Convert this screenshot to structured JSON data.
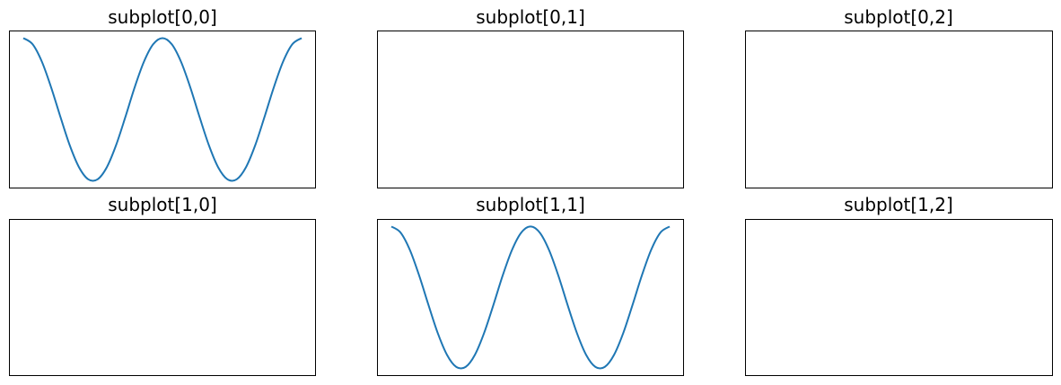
{
  "chart_data": [
    {
      "type": "line",
      "title": "subplot[0,0]",
      "xlim": [
        -0.314,
        6.597
      ],
      "ylim": [
        -1.1,
        1.1
      ],
      "xticks": [],
      "yticks": [],
      "series": [
        {
          "color": "#1f77b4",
          "x": [
            0.0,
            0.209,
            0.419,
            0.628,
            0.838,
            1.047,
            1.257,
            1.466,
            1.676,
            1.885,
            2.094,
            2.304,
            2.513,
            2.723,
            2.932,
            3.142,
            3.351,
            3.56,
            3.77,
            3.979,
            4.189,
            4.398,
            4.608,
            4.817,
            5.027,
            5.236,
            5.445,
            5.655,
            5.864,
            6.074,
            6.283
          ],
          "y": [
            1.0,
            0.914,
            0.669,
            0.309,
            -0.105,
            -0.5,
            -0.809,
            -0.978,
            -0.978,
            -0.809,
            -0.5,
            -0.105,
            0.309,
            0.669,
            0.914,
            1.0,
            0.914,
            0.669,
            0.309,
            -0.105,
            -0.5,
            -0.809,
            -0.978,
            -0.978,
            -0.809,
            -0.5,
            -0.105,
            0.309,
            0.669,
            0.914,
            1.0
          ]
        }
      ]
    },
    {
      "type": "line",
      "title": "subplot[0,1]",
      "xticks": [],
      "yticks": [],
      "series": []
    },
    {
      "type": "line",
      "title": "subplot[0,2]",
      "xticks": [],
      "yticks": [],
      "series": []
    },
    {
      "type": "line",
      "title": "subplot[1,0]",
      "xticks": [],
      "yticks": [],
      "series": []
    },
    {
      "type": "line",
      "title": "subplot[1,1]",
      "xlim": [
        -0.314,
        6.597
      ],
      "ylim": [
        -1.1,
        1.1
      ],
      "xticks": [],
      "yticks": [],
      "series": [
        {
          "color": "#1f77b4",
          "x": [
            0.0,
            0.209,
            0.419,
            0.628,
            0.838,
            1.047,
            1.257,
            1.466,
            1.676,
            1.885,
            2.094,
            2.304,
            2.513,
            2.723,
            2.932,
            3.142,
            3.351,
            3.56,
            3.77,
            3.979,
            4.189,
            4.398,
            4.608,
            4.817,
            5.027,
            5.236,
            5.445,
            5.655,
            5.864,
            6.074,
            6.283
          ],
          "y": [
            1.0,
            0.914,
            0.669,
            0.309,
            -0.105,
            -0.5,
            -0.809,
            -0.978,
            -0.978,
            -0.809,
            -0.5,
            -0.105,
            0.309,
            0.669,
            0.914,
            1.0,
            0.914,
            0.669,
            0.309,
            -0.105,
            -0.5,
            -0.809,
            -0.978,
            -0.978,
            -0.809,
            -0.5,
            -0.105,
            0.309,
            0.669,
            0.914,
            1.0
          ]
        }
      ]
    },
    {
      "type": "line",
      "title": "subplot[1,2]",
      "xticks": [],
      "yticks": [],
      "series": []
    }
  ]
}
